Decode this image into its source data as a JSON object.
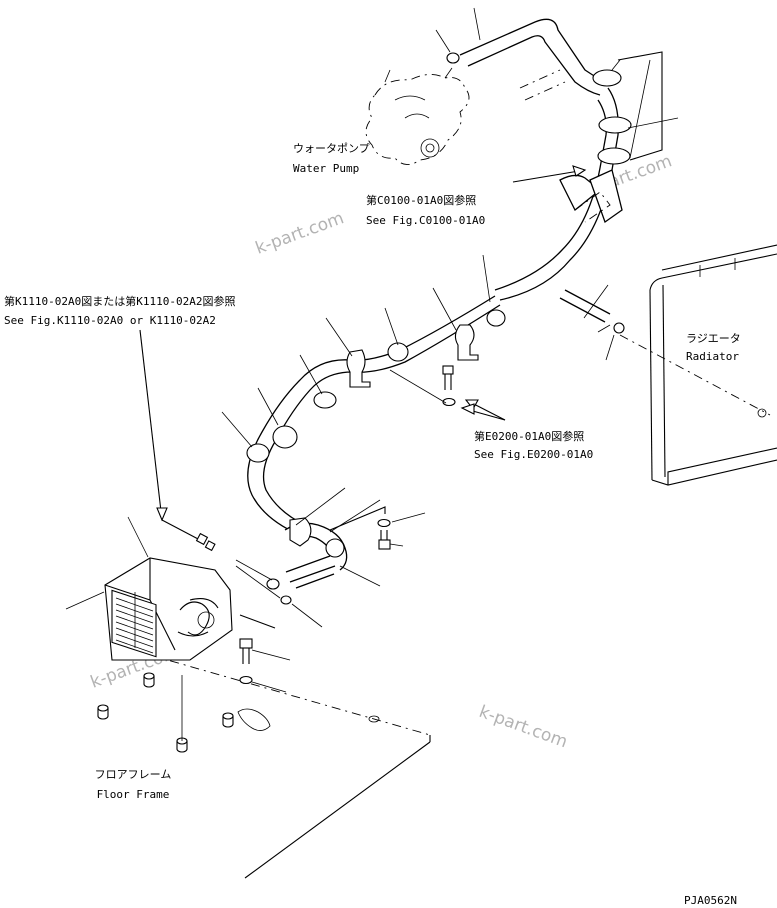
{
  "labels": {
    "water_pump_jp": "ウォータポンプ",
    "water_pump_en": "Water Pump",
    "ref_c0100_jp": "第C0100-01A0図参照",
    "ref_c0100_en": "See Fig.C0100-01A0",
    "ref_k1110_jp": "第K1110-02A0図または第K1110-02A2図参照",
    "ref_k1110_en": "See Fig.K1110-02A0 or K1110-02A2",
    "radiator_jp": "ラジエータ",
    "radiator_en": "Radiator",
    "ref_e0200_jp": "第E0200-01A0図参照",
    "ref_e0200_en": "See Fig.E0200-01A0",
    "floor_frame_jp": "フロアフレーム",
    "floor_frame_en": "Floor Frame",
    "drawing_number": "PJA0562N"
  },
  "watermarks": [
    "k-part.com",
    "k-part.com",
    "k-part.com",
    "k-part.com"
  ]
}
